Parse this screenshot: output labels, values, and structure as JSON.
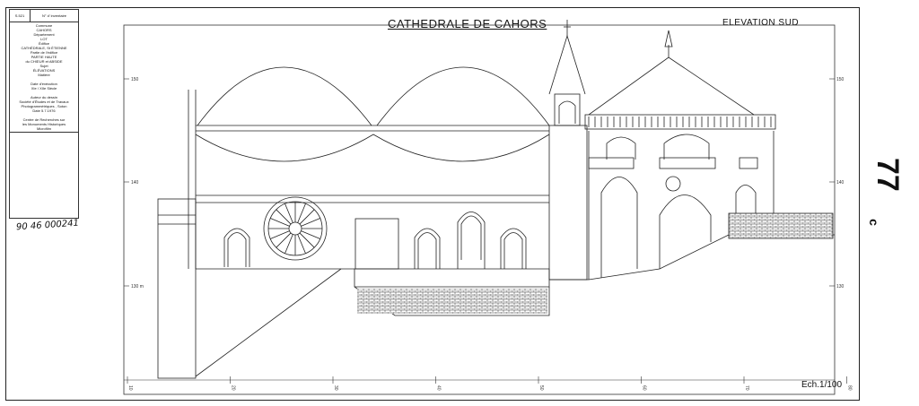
{
  "cartouche": {
    "sheet_code": "S.521",
    "inventory": "N° d' inventaire",
    "lines": [
      "Commune",
      "CAHORS",
      "Département",
      "LOT",
      "Édifice",
      "CATHÉDRALE, St ÉTIENNE",
      "Partie de l'édifice",
      "PARTIE HAUTE",
      "du CHŒUR et ABSIDE",
      "Sujet",
      "ÉLÉVATIONS",
      "Matière",
      "",
      "Date d'exécution",
      "XIe / XIIe Siècle",
      "",
      "Auteur du dessin",
      "Société d'Études et de Travaux",
      "Photogrammétriques , Soton",
      "Date 5.7.1976",
      "",
      "Centre de Recherches sur",
      "les Monuments Historiques",
      "Microfilm"
    ]
  },
  "handwritten_number": "90 46 000241",
  "title": "CATHEDRALE DE CAHORS",
  "subtitle": "ELEVATION SUD",
  "scale": "Ech.1/100",
  "side_number": "77",
  "side_letter": "c",
  "axis_ticks_left": [
    "150",
    "140",
    "130 m"
  ],
  "axis_ticks_right": [
    "150",
    "140",
    "130"
  ],
  "axis_ticks_bottom": [
    "10",
    "20",
    "30",
    "40",
    "50",
    "60",
    "70",
    "80"
  ]
}
